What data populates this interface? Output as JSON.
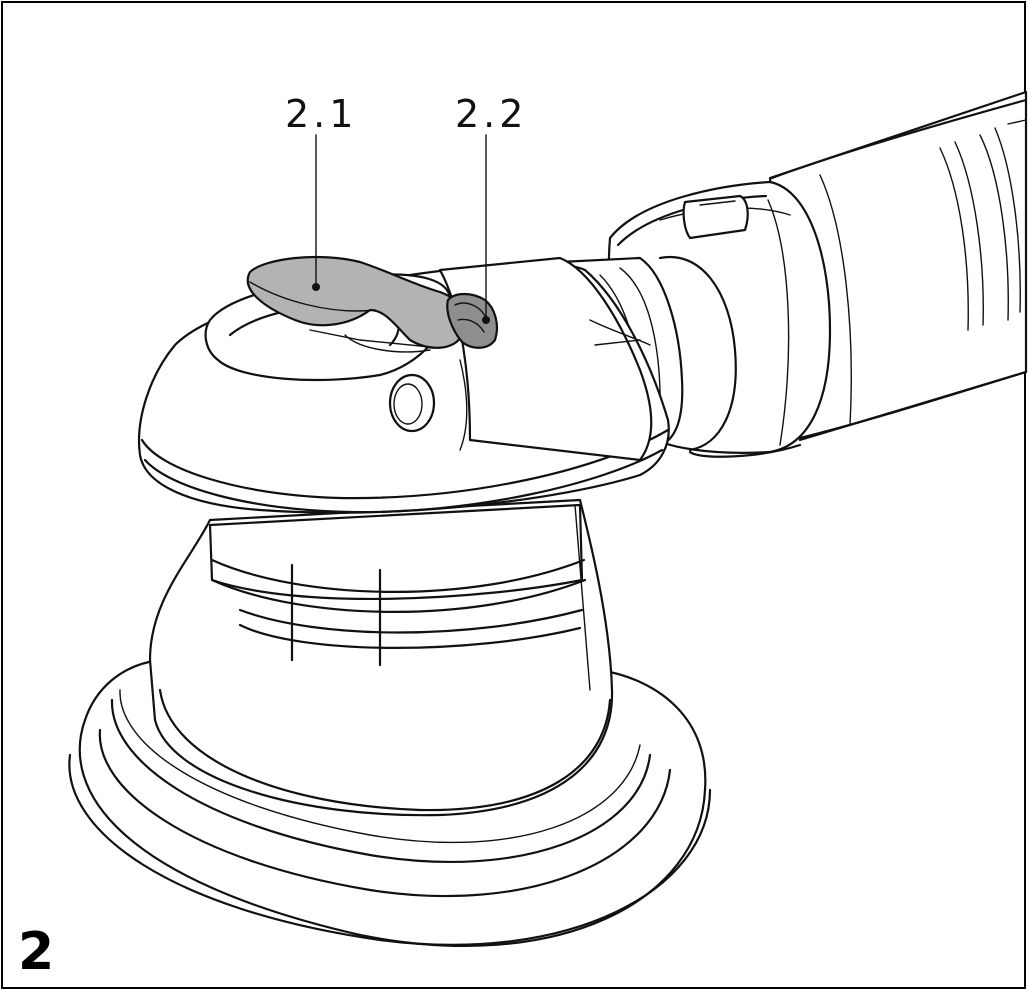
{
  "figure": {
    "number": "2",
    "callouts": [
      {
        "id": "2.1",
        "label": "2.1"
      },
      {
        "id": "2.2",
        "label": "2.2"
      }
    ],
    "colors": {
      "line": "#111111",
      "callout_fill": "#b3b3b3",
      "background": "#ffffff"
    }
  }
}
